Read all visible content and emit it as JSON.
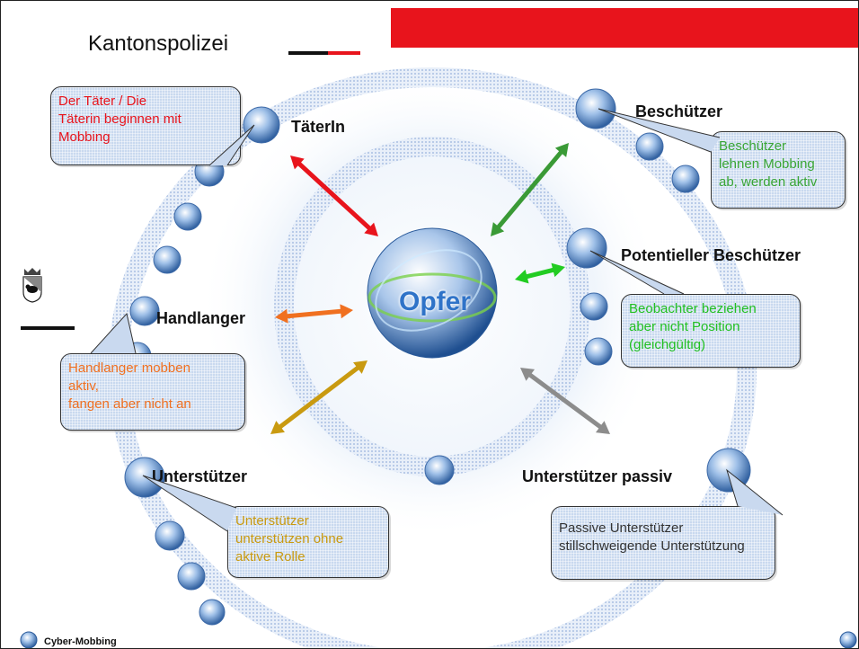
{
  "header": {
    "org_title": "Kantonspolizei",
    "accent_color": "#e8141c"
  },
  "center": {
    "label": "Opfer"
  },
  "roles": {
    "taeterin": "TäterIn",
    "beschuetzer": "Beschützer",
    "potentieller_beschuetzer": "Potentieller Beschützer",
    "handlanger": "Handlanger",
    "unterstuetzer": "Unterstützer",
    "unterstuetzer_passiv": "Unterstützer passiv"
  },
  "callouts": {
    "taeter": {
      "lines": [
        "Der Täter / Die",
        "Täterin beginnen mit",
        "Mobbing"
      ],
      "color": "#e8141c"
    },
    "beschuetzer": {
      "lines": [
        "Beschützer",
        "lehnen Mobbing",
        "ab, werden aktiv"
      ],
      "color": "#3aa636"
    },
    "potentieller": {
      "lines": [
        "Beobachter beziehen",
        "aber nicht Position",
        "(gleichgültig)"
      ],
      "color": "#22c022"
    },
    "handlanger": {
      "lines": [
        "Handlanger mobben",
        "aktiv,",
        "fangen aber nicht an"
      ],
      "color": "#f07020"
    },
    "unterstuetzer": {
      "lines": [
        "Unterstützer",
        "unterstützen ohne",
        "aktive Rolle"
      ],
      "color": "#c99a10"
    },
    "passiv": {
      "lines": [
        "Passive Unterstützer",
        "stillschweigende Unterstützung"
      ],
      "color": "#333333"
    }
  },
  "arrow_colors": {
    "taeter": "#e8141c",
    "beschuetzer": "#3a9a36",
    "potentieller": "#22cc22",
    "handlanger": "#f07020",
    "unterstuetzer": "#c99a10",
    "passiv": "#8c8c8c"
  },
  "footer": {
    "label": "Cyber-Mobbing"
  },
  "icons": {
    "globe": "globe-icon",
    "emblem": "bern-coat-of-arms-icon"
  }
}
